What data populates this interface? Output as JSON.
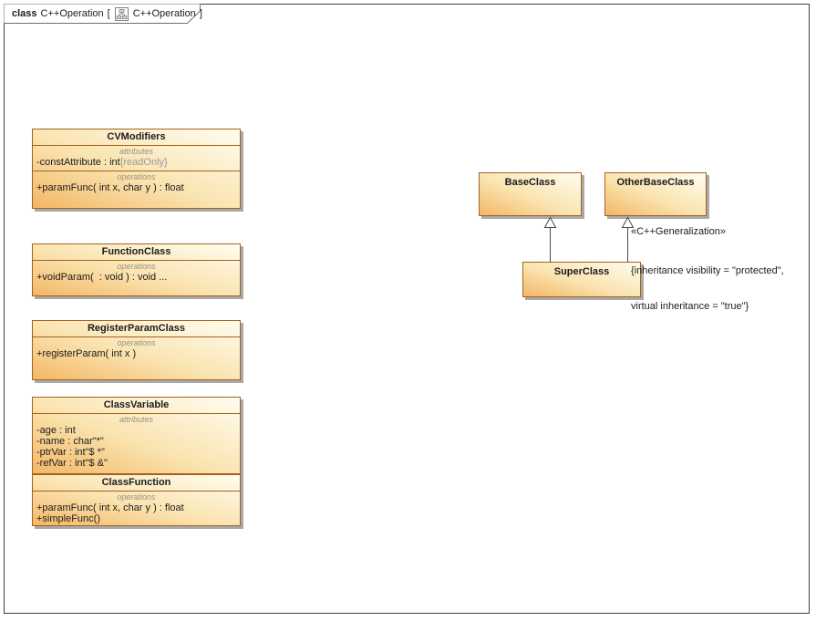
{
  "tab": {
    "kind": "class",
    "name": "C++Operation",
    "open_bracket": "[",
    "diagram_ref": "C++Operation",
    "close_bracket": "]",
    "icon": "class-diagram-icon"
  },
  "left_classes": [
    {
      "name": "CVModifiers",
      "sections": [
        {
          "label": "attributes",
          "items": [
            {
              "main": "-constAttribute : int",
              "muted": "{readOnly}"
            }
          ]
        },
        {
          "label": "operations",
          "items": [
            {
              "main": "+paramFunc( int x, char y ) : float"
            }
          ]
        }
      ]
    },
    {
      "name": "FunctionClass",
      "sections": [
        {
          "label": "operations",
          "items": [
            {
              "main": "+voidParam(  : void ) : void ..."
            }
          ]
        }
      ]
    },
    {
      "name": "RegisterParamClass",
      "sections": [
        {
          "label": "operations",
          "items": [
            {
              "main": "+registerParam( int x )"
            }
          ]
        }
      ]
    },
    {
      "name": "ClassVariable",
      "sections": [
        {
          "label": "attributes",
          "items": [
            {
              "main": "-age : int"
            },
            {
              "main": "-name : char\"*\""
            },
            {
              "main": "-ptrVar : int\"$ *\""
            },
            {
              "main": "-refVar : int\"$ &\""
            }
          ]
        }
      ]
    },
    {
      "name": "ClassFunction",
      "sections": [
        {
          "label": "operations",
          "items": [
            {
              "main": "+paramFunc( int x, char y ) : float"
            },
            {
              "main": "+simpleFunc()"
            }
          ]
        }
      ]
    }
  ],
  "right_classes": [
    {
      "name": "BaseClass"
    },
    {
      "name": "OtherBaseClass"
    },
    {
      "name": "SuperClass"
    }
  ],
  "generalization_note": {
    "stereotype": "«C++Generalization»",
    "constraint_line1": "{inheritance visibility = \"protected\",",
    "constraint_line2": "virtual inheritance = \"true\"}"
  },
  "colors": {
    "box_border": "#a5621d",
    "box_gradient_orange": "#f3b766",
    "box_gradient_cream": "#fffdf0",
    "shadow": "#a9a9a9",
    "section_label": "#989284",
    "muted_text": "#9a9a9a",
    "frame_border": "#3e3e3e",
    "edge_line": "#4a4a4a"
  }
}
